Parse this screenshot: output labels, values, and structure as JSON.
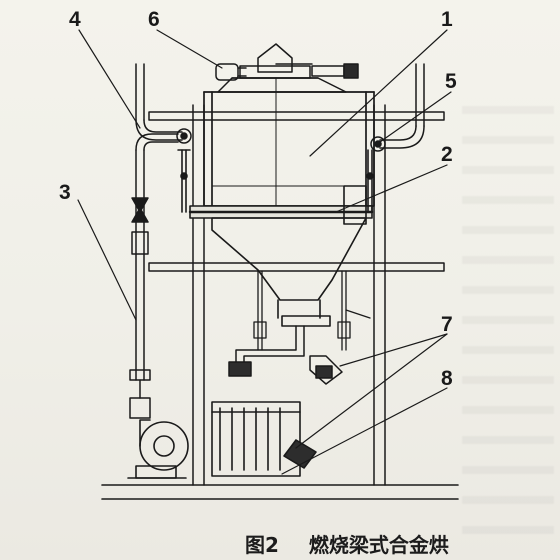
{
  "callouts": {
    "label_1": "1",
    "label_2": "2",
    "label_3": "3",
    "label_4": "4",
    "label_5": "5",
    "label_6": "6",
    "label_7": "7",
    "label_8": "8"
  },
  "caption": {
    "figure_number": "图2",
    "title": "燃烧梁式合金烘"
  },
  "colors": {
    "ink": "#1a1a1a",
    "paper": "#f4f3ec"
  }
}
